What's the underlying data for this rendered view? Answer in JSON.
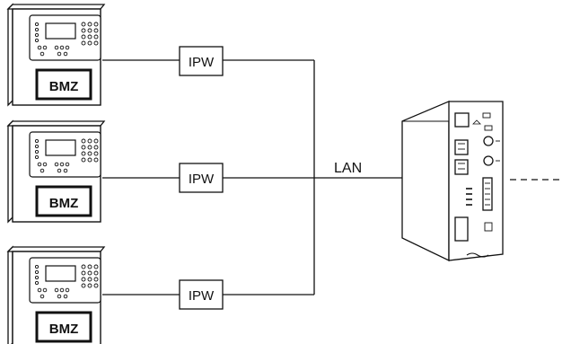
{
  "panels": [
    {
      "brand": "BMZ"
    },
    {
      "brand": "BMZ"
    },
    {
      "brand": "BMZ"
    }
  ],
  "interfaces": [
    {
      "label": "IPW"
    },
    {
      "label": "IPW"
    },
    {
      "label": "IPW"
    }
  ],
  "network": {
    "label": "LAN"
  },
  "colors": {
    "line": "#111111",
    "background": "#ffffff"
  }
}
